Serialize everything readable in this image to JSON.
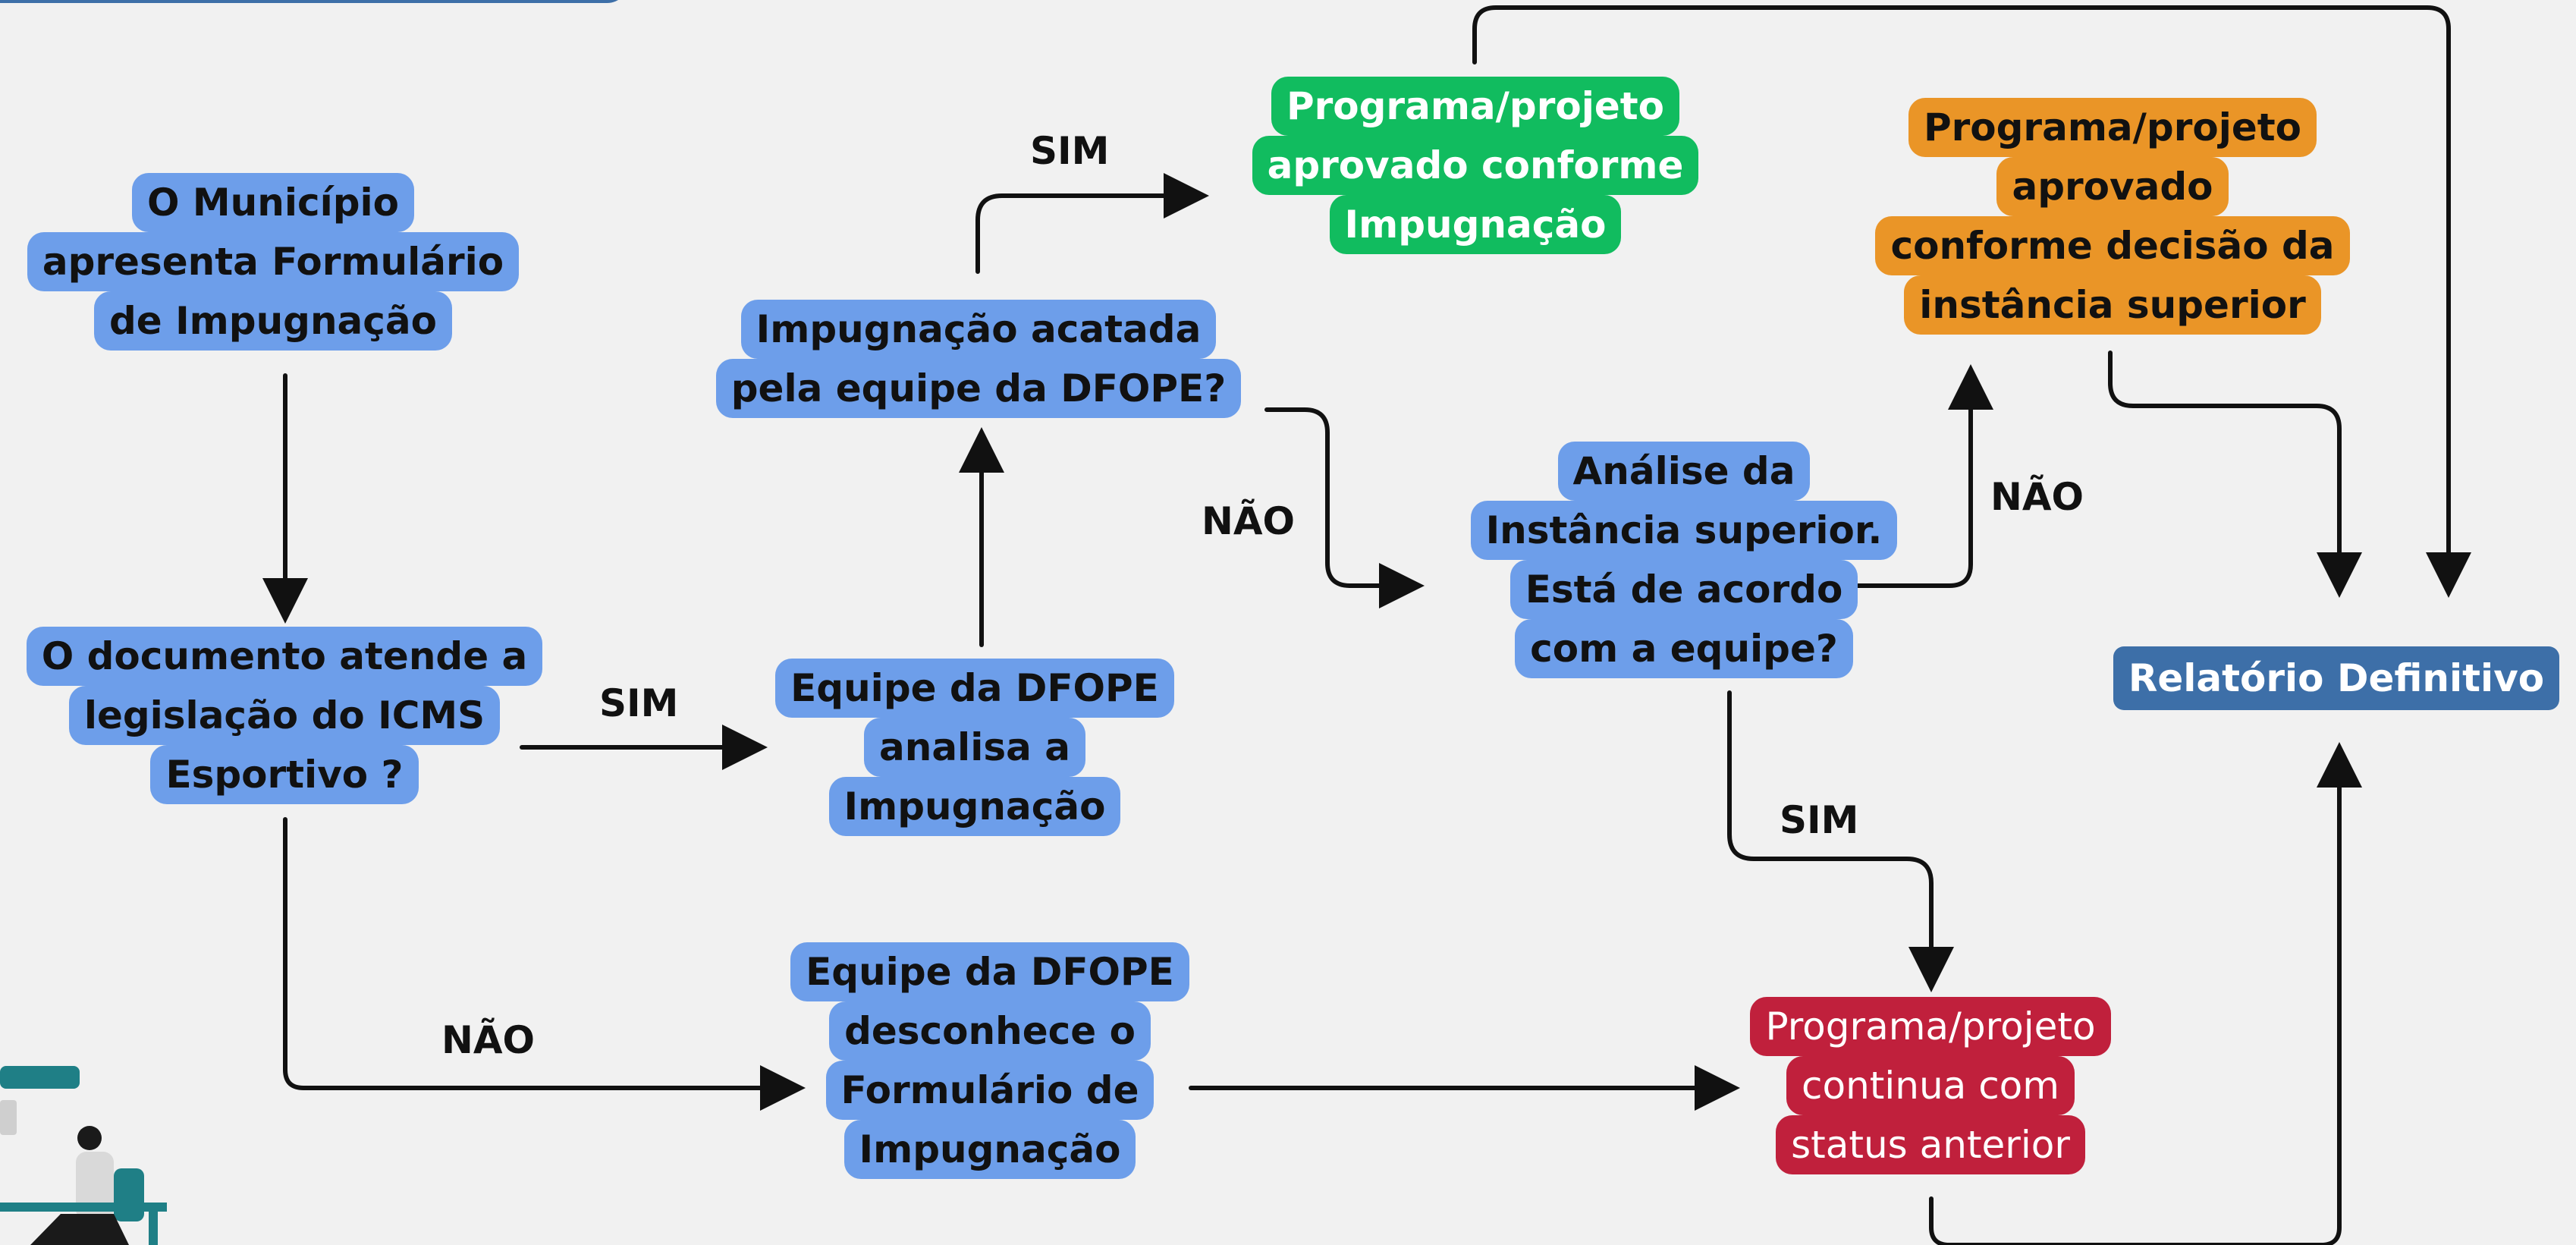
{
  "nodes": {
    "start": [
      "O Município",
      "apresenta Formulário",
      "de Impugnação"
    ],
    "check_doc": [
      "O documento atende a",
      "legislação do ICMS",
      "Esportivo ?"
    ],
    "team_analyzes": [
      "Equipe da DFOPE",
      "analisa a",
      "Impugnação"
    ],
    "accepted_q": [
      "Impugnação acatada",
      "pela equipe da DFOPE?"
    ],
    "approved_impugnacao": [
      "Programa/projeto",
      "aprovado conforme",
      "Impugnação"
    ],
    "superior_analysis": [
      "Análise da",
      "Instância superior.",
      "Está de acordo",
      "com a equipe?"
    ],
    "approved_superior": [
      "Programa/projeto",
      "aprovado",
      "conforme decisão da",
      "instância superior"
    ],
    "team_ignores": [
      "Equipe da DFOPE",
      "desconhece  o",
      "Formulário de",
      "Impugnação"
    ],
    "previous_status": [
      "Programa/projeto",
      "continua com",
      "status anterior"
    ],
    "final_report": [
      "Relatório Definitivo"
    ]
  },
  "labels": {
    "sim_1": "SIM",
    "sim_2": "SIM",
    "sim_3": "SIM",
    "nao_1": "NÃO",
    "nao_2": "NÃO",
    "nao_3": "NÃO"
  },
  "colors": {
    "blue": "#6d9eea",
    "green": "#11bc5f",
    "orange": "#ea9527",
    "red": "#c0203c",
    "dark_blue": "#3d6fa8",
    "background": "#f1f1f1"
  }
}
